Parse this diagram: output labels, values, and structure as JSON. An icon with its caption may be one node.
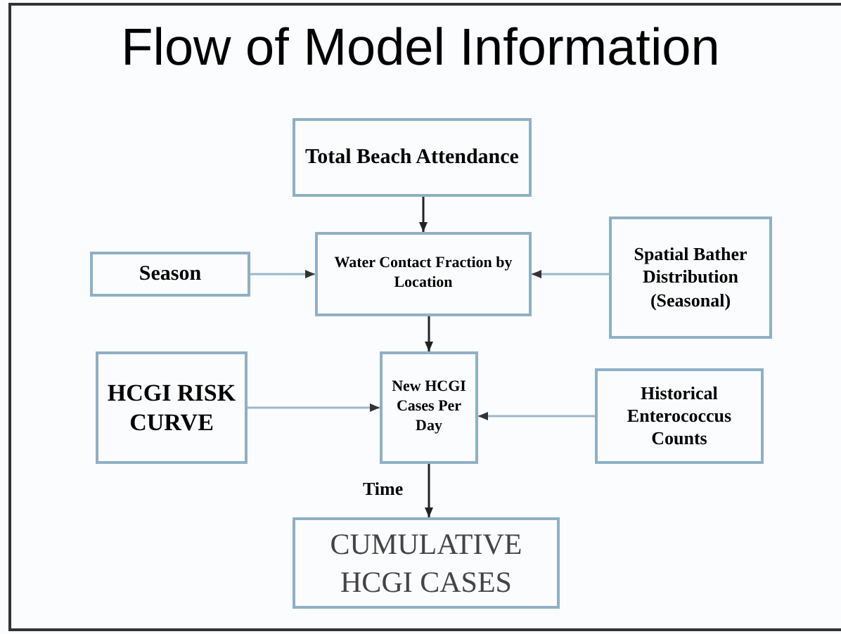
{
  "diagram": {
    "title": "Flow of Model Information",
    "nodes": [
      {
        "text": [
          "Total Beach Attendance"
        ]
      },
      {
        "text": [
          "Water Contact Fraction by Location"
        ]
      },
      {
        "text": [
          "Season"
        ]
      },
      {
        "text": [
          "Spatial Bather Distribution (Seasonal)"
        ]
      },
      {
        "text": [
          "HCGI RISK CURVE"
        ]
      },
      {
        "text": [
          "New HCGI Cases Per Day"
        ]
      },
      {
        "text": [
          "Historical Enterococcus Counts"
        ]
      },
      {
        "text": [
          "CUMULATIVE HCGI CASES"
        ]
      }
    ],
    "edges": [
      {
        "from": 0,
        "to": 1,
        "arrow": "to",
        "color": "#222222"
      },
      {
        "from": 2,
        "to": 1,
        "arrow": "to"
      },
      {
        "from": 3,
        "to": 1,
        "arrow": "to"
      },
      {
        "from": 1,
        "to": 5,
        "arrow": "to",
        "color": "#222222"
      },
      {
        "from": 4,
        "to": 5,
        "arrow": "to"
      },
      {
        "from": 6,
        "to": 5,
        "arrow": "to"
      },
      {
        "from": 5,
        "to": 7,
        "arrow": "to",
        "label": "Time",
        "color": "#222222"
      }
    ]
  }
}
